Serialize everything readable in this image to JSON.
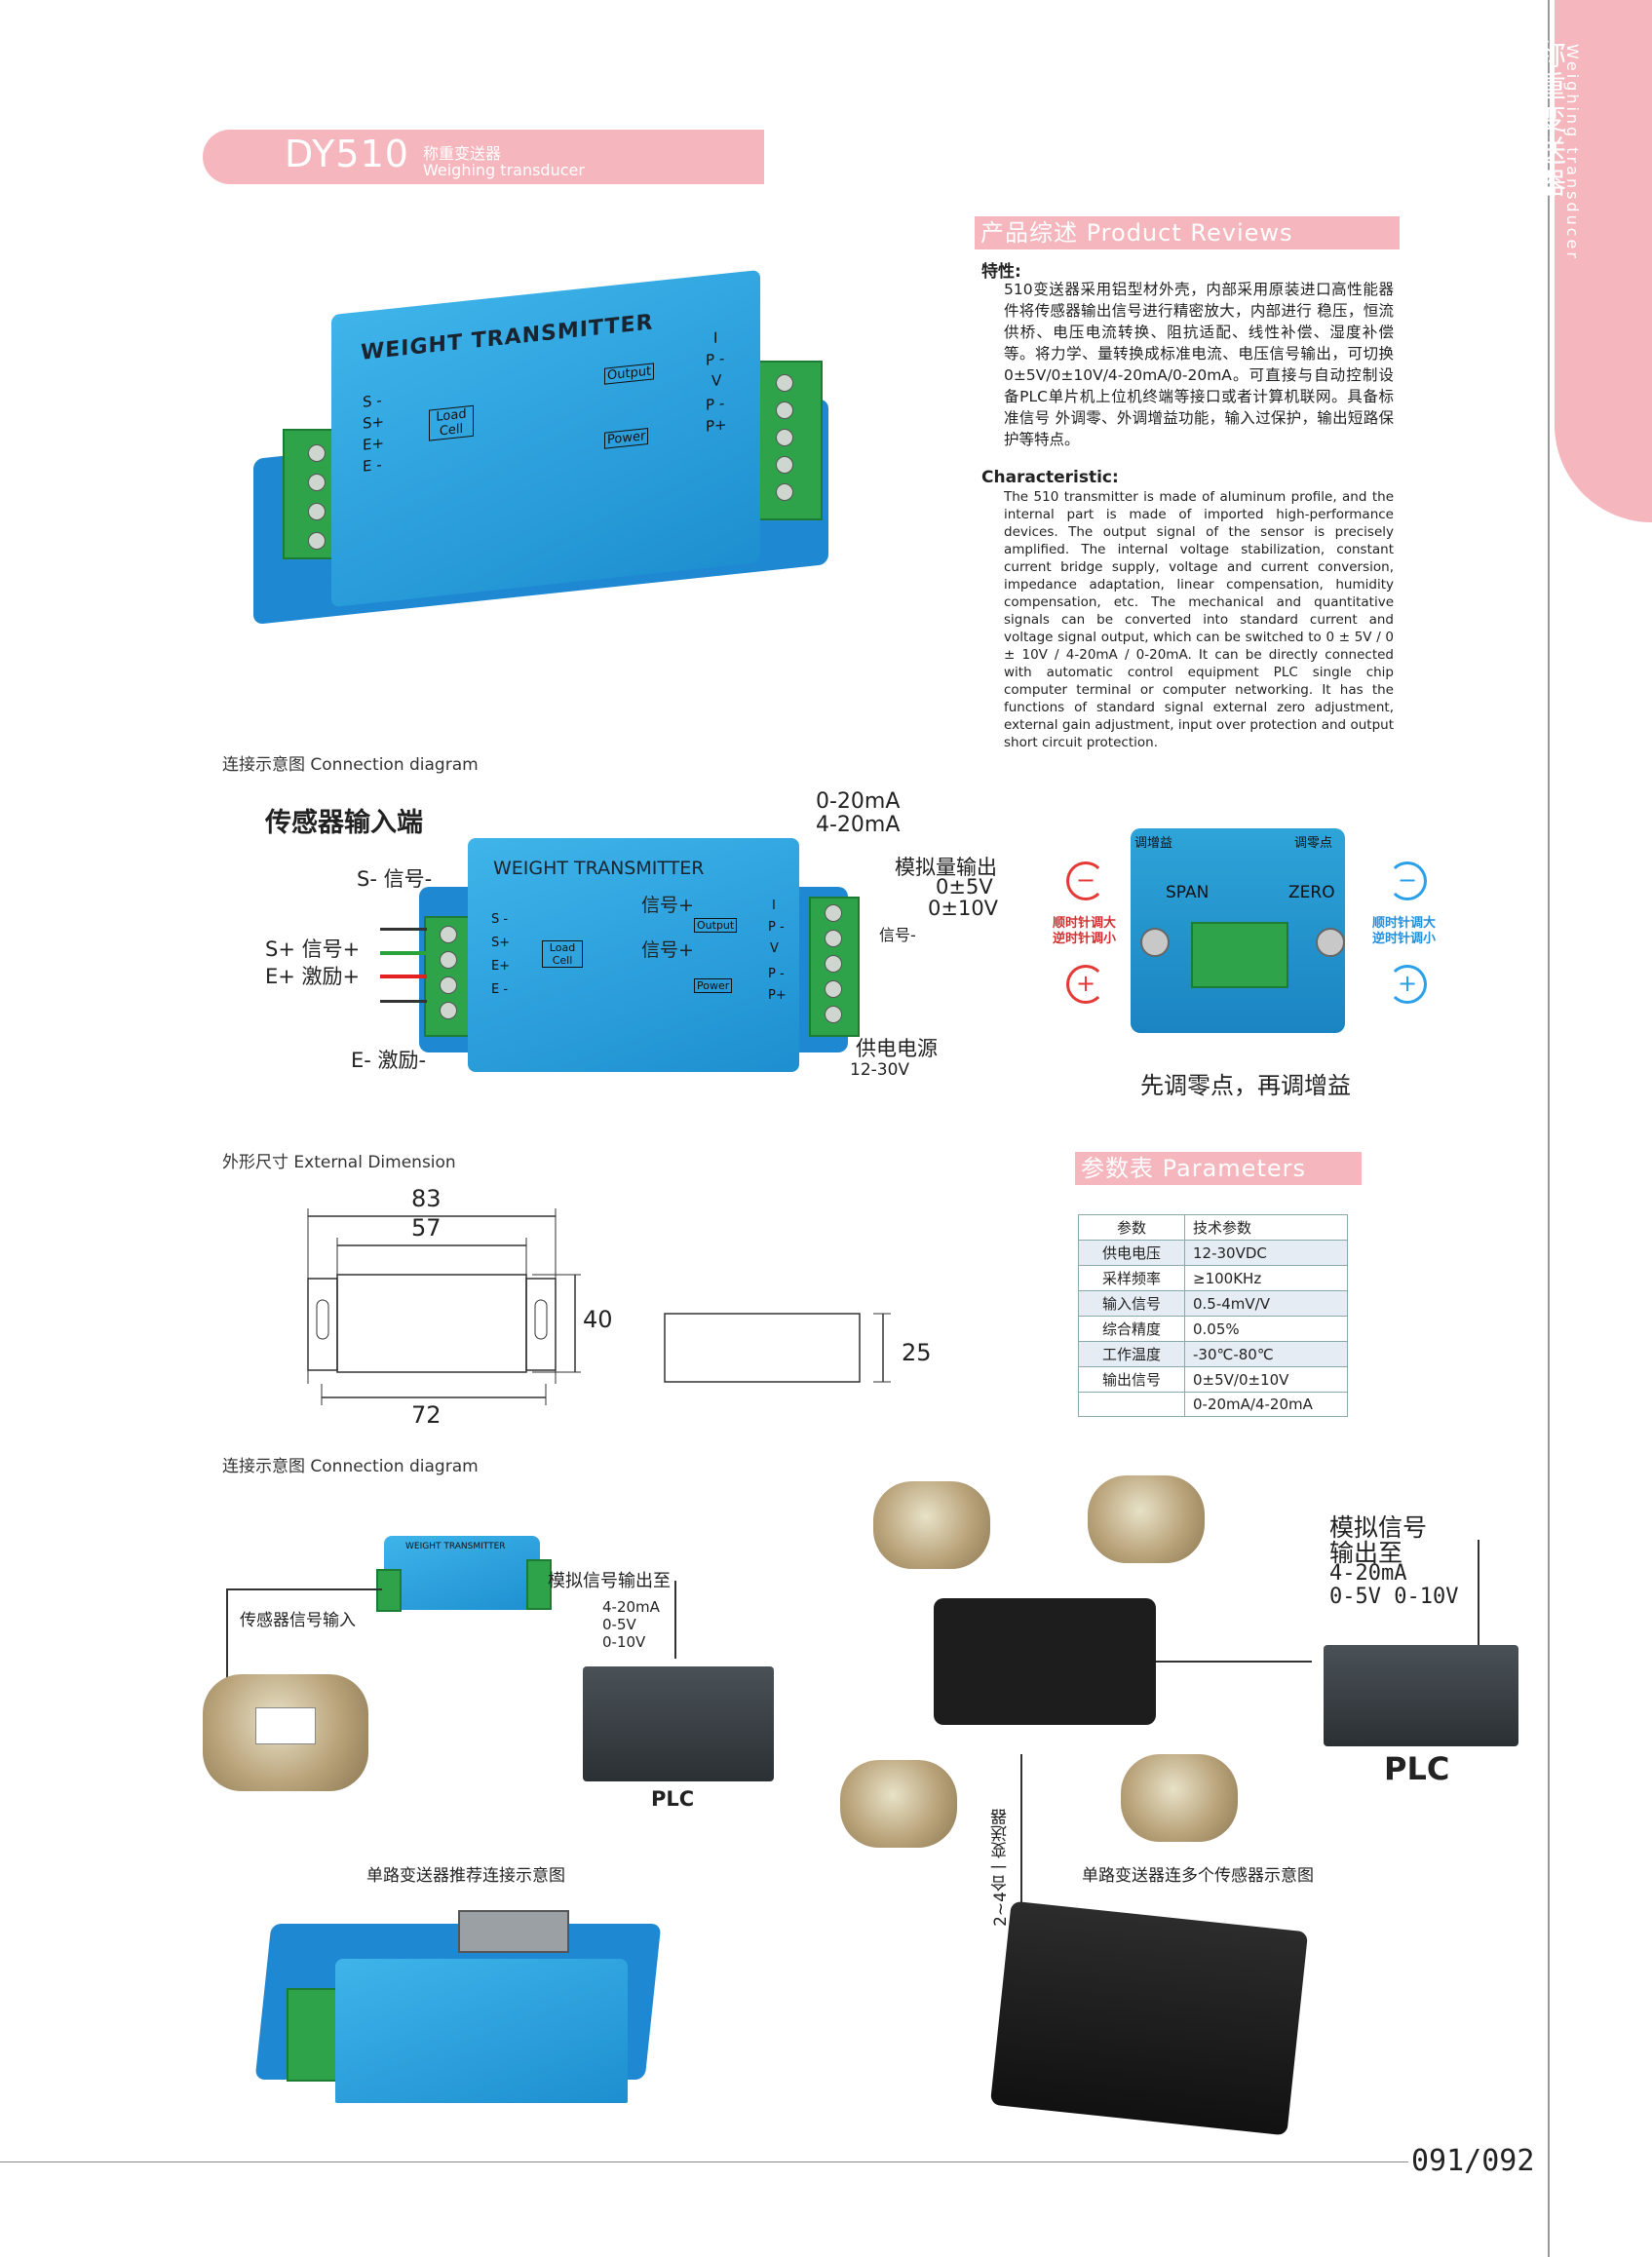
{
  "header": {
    "model": "DY510",
    "title_cn": "称重变送器",
    "title_en": "Weighing transducer"
  },
  "side_tab": {
    "text_cn": "称重变送器",
    "text_en": "Weighing transducer"
  },
  "review": {
    "bar": "产品综述 Product Reviews",
    "feature_title": "特性:",
    "feature_body": "510变送器采用铝型材外壳，内部采用原装进口高性能器件将传感器输出信号进行精密放大，内部进行 稳压，恒流供桥、电压电流转换、阻抗适配、线性补偿、湿度补偿等。将力学、量转换成标准电流、电压信号输出，可切换0±5V/0±10V/4-20mA/0-20mA。可直接与自动控制设备PLC单片机上位机终端等接口或者计算机联网。具备标准信号 外调零、外调增益功能，输入过保护，输出短路保护等特点。",
    "char_title": "Characteristic:",
    "char_body": "The 510 transmitter is made of aluminum proﬁle, and the internal part is made of imported high-performance devices. The output signal of the sensor is precisely ampliﬁed. The internal voltage stabilization, constant current bridge supply, voltage and current conversion, impedance adaptation, linear compensation, humidity compensation, etc. The mechanical and quantitative signals can be converted into standard current and voltage signal output, which can be switched to 0 ± 5V / 0 ± 10V / 4-20mA / 0-20mA. It can be directly connected with automatic control equipment PLC single chip computer terminal or computer networking. It has the functions of standard signal external zero adjustment, external gain adjustment, input over protection and output short circuit protection."
  },
  "product": {
    "name": "WEIGHT TRANSMITTER",
    "left_pins": [
      "S -",
      "S+",
      "E+",
      "E -"
    ],
    "load_cell": "Load Cell",
    "output": "Output",
    "power": "Power",
    "right_pins": [
      "I",
      "P -",
      "V",
      "P -",
      "P+"
    ]
  },
  "connection1": {
    "label": "连接示意图 Connection diagram",
    "sensor_input": "传感器输入端",
    "s_minus": "S- 信号-",
    "s_plus": "S+ 信号+",
    "e_plus": "E+ 激励+",
    "e_minus": "E- 激励-",
    "current_a": "0-20mA",
    "current_b": "4-20mA",
    "analog_out": "模拟量输出",
    "v1": "0±5V",
    "v2": "0±10V",
    "sig_plus_1": "信号+",
    "sig_plus_2": "信号+",
    "sig_minus": "信号-",
    "power_supply": "供电电源",
    "power_range": "12-30V"
  },
  "adjust": {
    "gain": "调增益",
    "zero": "调零点",
    "span": "SPAN",
    "zero_en": "ZERO",
    "cw": "顺时针调大",
    "ccw": "逆时针调小",
    "note": "先调零点，再调增益"
  },
  "dimension": {
    "label": "外形尺寸 External Dimension",
    "w_outer": "83",
    "w_inner": "57",
    "h": "40",
    "w_base": "72",
    "depth": "25"
  },
  "params": {
    "bar": "参数表 Parameters Table",
    "rows": [
      {
        "k": "参数",
        "v": "技术参数"
      },
      {
        "k": "供电电压",
        "v": "12-30VDC"
      },
      {
        "k": "采样频率",
        "v": "≥100KHz"
      },
      {
        "k": "输入信号",
        "v": "0.5-4mV/V"
      },
      {
        "k": "综合精度",
        "v": "0.05%"
      },
      {
        "k": "工作温度",
        "v": "-30℃-80℃"
      },
      {
        "k": "输出信号",
        "v": "0±5V/0±10V"
      },
      {
        "k": "",
        "v": "0-20mA/4-20mA"
      }
    ]
  },
  "connection2": {
    "label": "连接示意图 Connection diagram",
    "sensor_signal_in": "传感器信号输入",
    "analog_to": "模拟信号输出至",
    "o1": "4-20mA",
    "o2": "0-5V",
    "o3": "0-10V",
    "plc": "PLC",
    "caption_single": "单路变送器推荐连接示意图",
    "analog_big_1": "模拟信号",
    "analog_big_2": "输出至",
    "analog_big_3": "4-20mA",
    "analog_big_4": "0-5V 0-10V",
    "plc2": "PLC",
    "junction": "2~4合一变送器",
    "caption_multi": "单路变送器连多个传感器示意图"
  },
  "footer": {
    "page": "091/092"
  }
}
